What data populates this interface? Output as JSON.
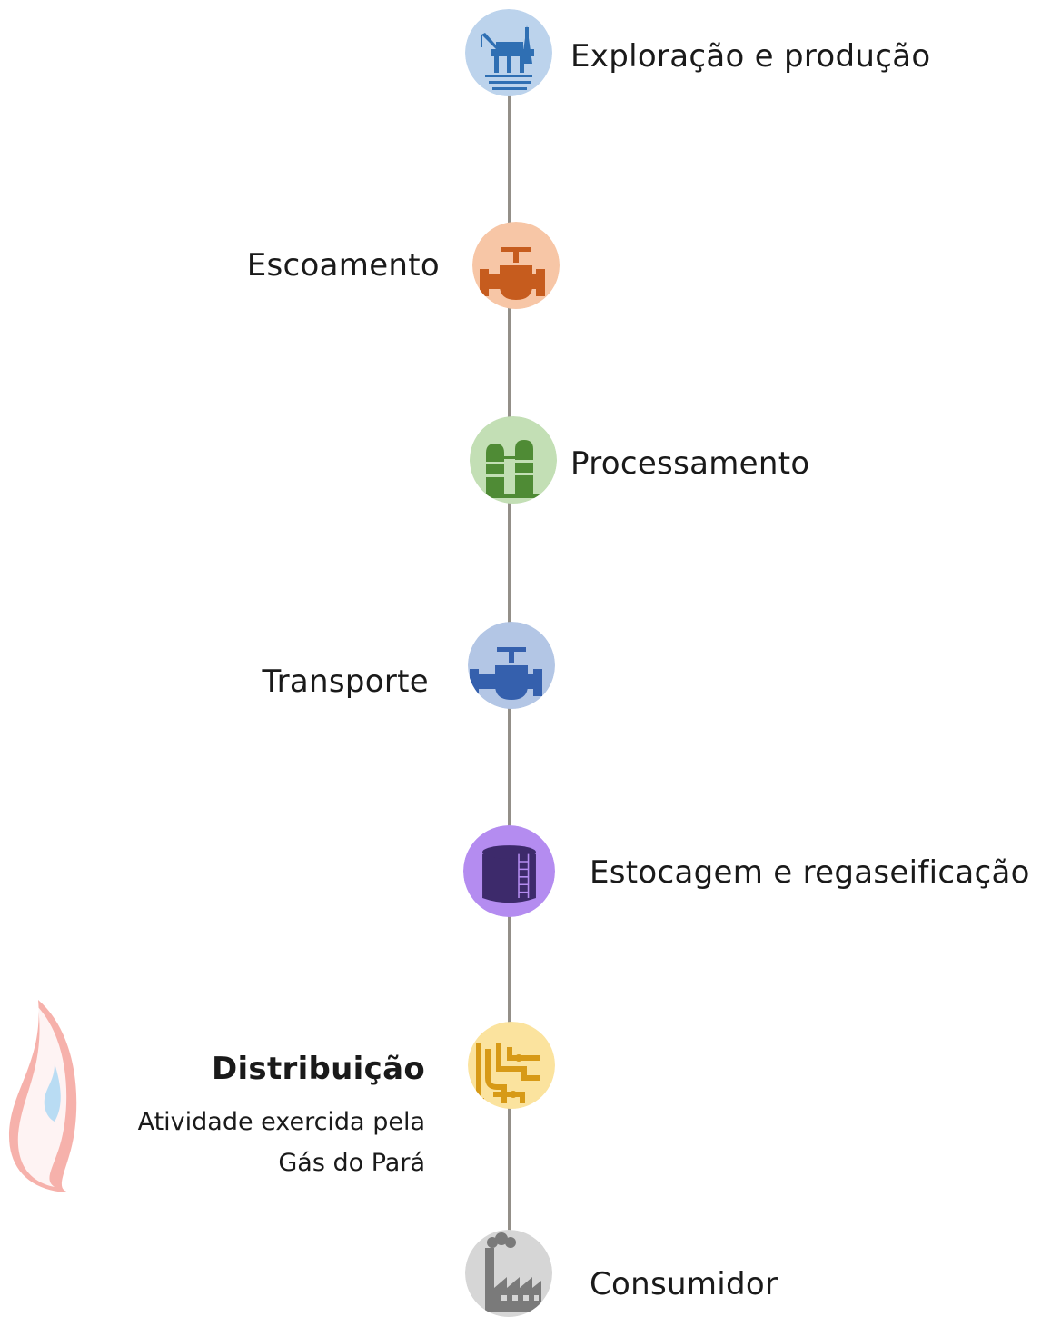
{
  "stages": [
    {
      "id": "exploracao",
      "label": "Exploração e produção",
      "icon": "offshore-platform-icon",
      "bg": "#bcd3ec",
      "fg": "#2f6fb3"
    },
    {
      "id": "escoamento",
      "label": "Escoamento",
      "icon": "valve-icon",
      "bg": "#f7c6a6",
      "fg": "#c65c1e"
    },
    {
      "id": "processamento",
      "label": "Processamento",
      "icon": "processing-towers-icon",
      "bg": "#c3dfb5",
      "fg": "#4f8b35"
    },
    {
      "id": "transporte",
      "label": "Transporte",
      "icon": "valve-icon",
      "bg": "#b3c6e5",
      "fg": "#3560ad"
    },
    {
      "id": "estocagem",
      "label": "Estocagem e regaseificação",
      "icon": "storage-tank-icon",
      "bg": "#b48cf0",
      "fg": "#3d2a6b"
    },
    {
      "id": "distribuicao",
      "label": "Distribuição",
      "icon": "distribution-pipes-icon",
      "bg": "#fbe39e",
      "fg": "#d79a17"
    },
    {
      "id": "consumidor",
      "label": "Consumidor",
      "icon": "factory-icon",
      "bg": "#d6d6d6",
      "fg": "#7a7a7a"
    }
  ],
  "distribution_note": [
    "Atividade exercida pela",
    "Gás do Pará"
  ],
  "colors": {
    "connector": "#938f88",
    "flame_outer": "#f6b1ab",
    "flame_inner": "#b9dcf3"
  }
}
